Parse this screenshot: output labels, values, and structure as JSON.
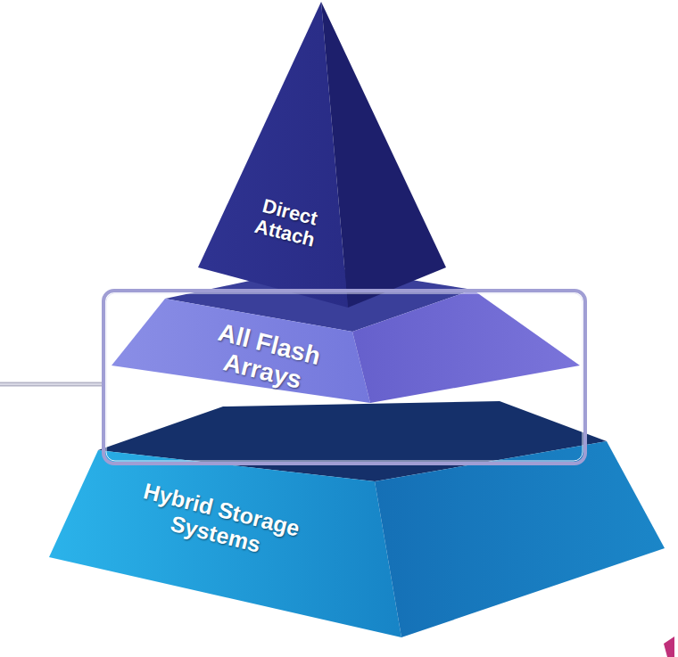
{
  "diagram": {
    "nodes": [
      {
        "text": [
          "Direct Attach"
        ]
      },
      {
        "text": [
          "All Flash Arrays"
        ]
      },
      {
        "text": [
          "Hybrid Storage Systems"
        ]
      }
    ]
  }
}
